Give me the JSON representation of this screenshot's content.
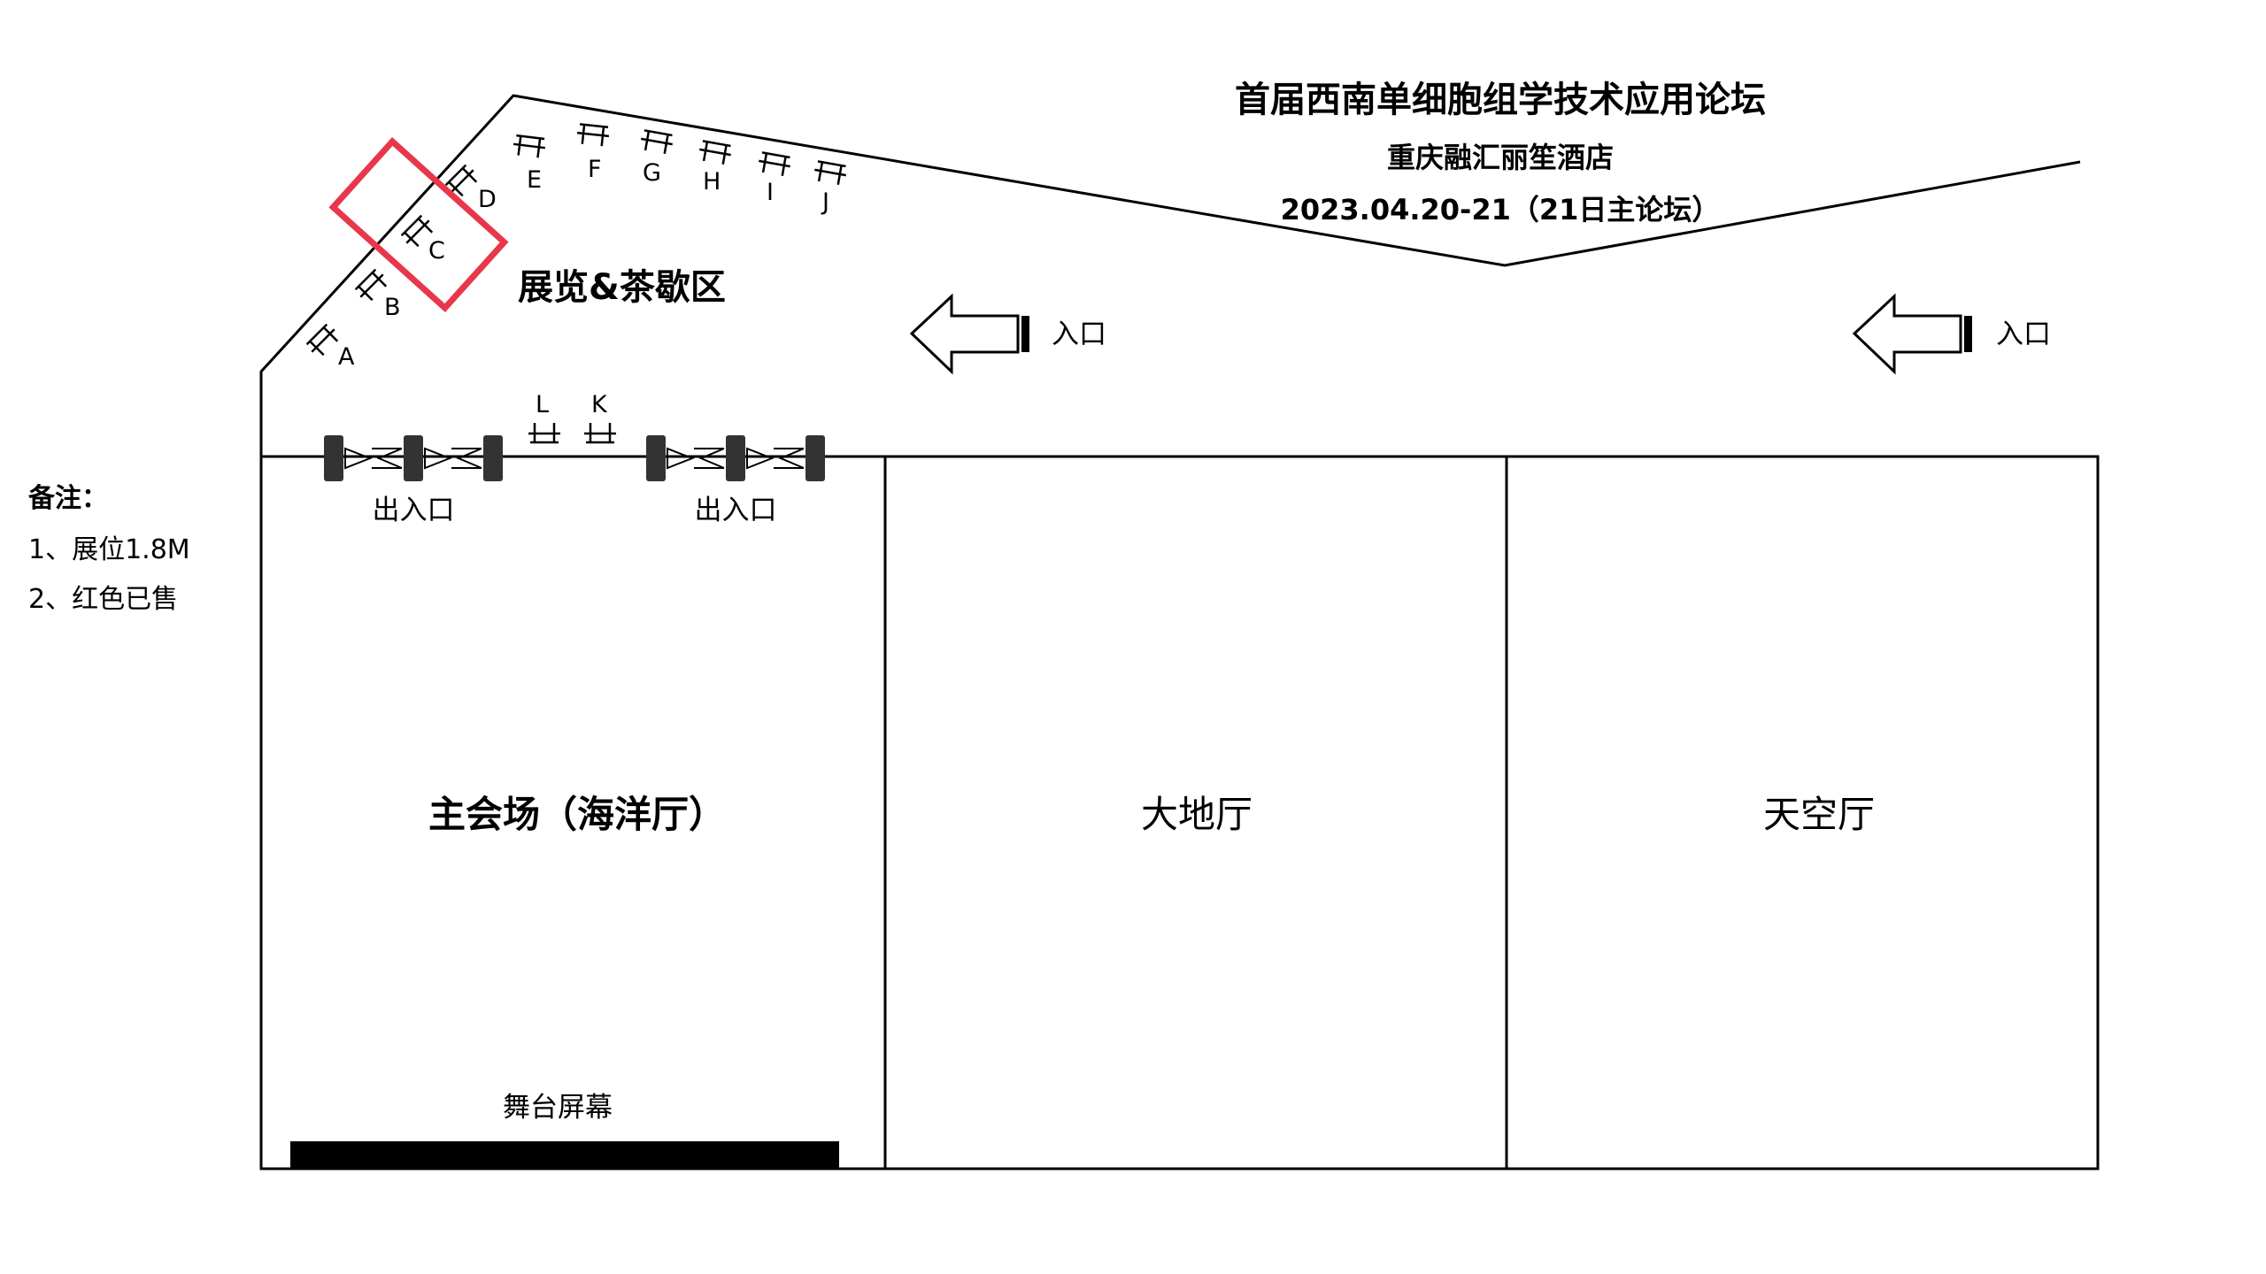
{
  "header": {
    "title": "首届西南单细胞组学技术应用论坛",
    "venue": "重庆融汇丽笙酒店",
    "date": "2023.04.20-21（21日主论坛）"
  },
  "zone_label": "展览&茶歇区",
  "entrances": [
    "入口",
    "入口"
  ],
  "exits": [
    "出入口",
    "出入口"
  ],
  "booths": [
    "A",
    "B",
    "C",
    "D",
    "E",
    "F",
    "G",
    "H",
    "I",
    "J",
    "L",
    "K"
  ],
  "sold_booths": [
    "C"
  ],
  "halls": {
    "main": "主会场（海洋厅）",
    "earth": "大地厅",
    "sky": "天空厅"
  },
  "stage_label": "舞台屏幕",
  "notes": {
    "heading": "备注：",
    "items": [
      "1、展位1.8M",
      "2、红色已售"
    ]
  },
  "colors": {
    "sold_highlight": "#e8374b",
    "line": "#000000",
    "door": "#333333"
  }
}
